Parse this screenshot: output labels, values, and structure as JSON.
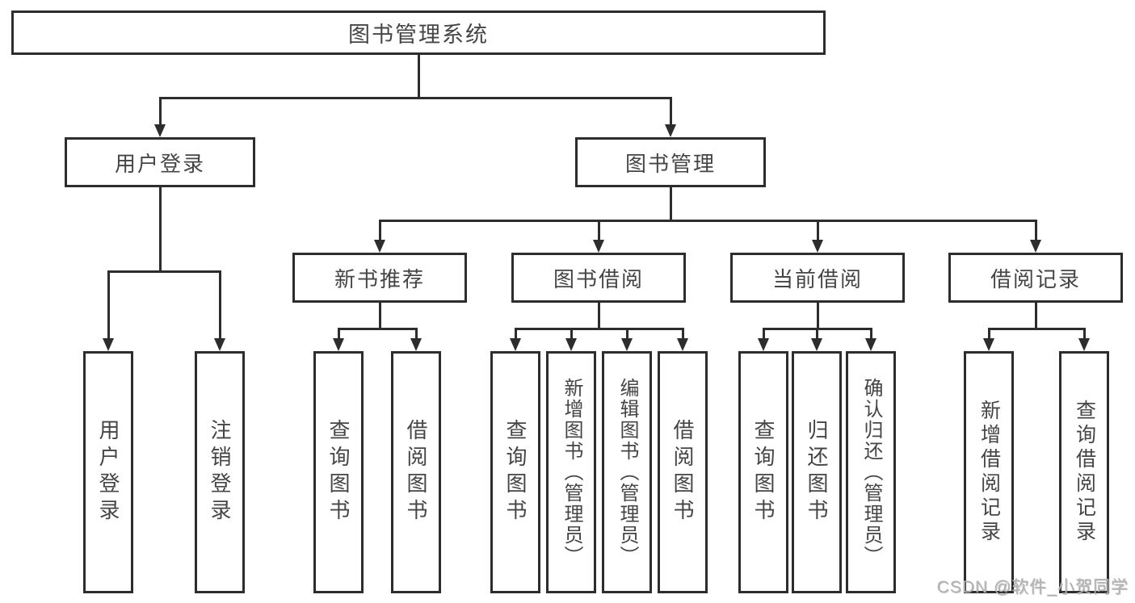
{
  "diagram": {
    "root": {
      "label": "图书管理系统"
    },
    "level2": {
      "login": {
        "label": "用户登录"
      },
      "mgmt": {
        "label": "图书管理"
      }
    },
    "level3": {
      "rec": {
        "label": "新书推荐"
      },
      "borrow": {
        "label": "图书借阅"
      },
      "current": {
        "label": "当前借阅"
      },
      "records": {
        "label": "借阅记录"
      }
    },
    "leaves": {
      "login": [
        "用户登录",
        "注销登录"
      ],
      "rec": [
        "查询图书",
        "借阅图书"
      ],
      "borrow": [
        "查询图书",
        "新增图书（管理员）",
        "编辑图书（管理员）",
        "借阅图书"
      ],
      "current": [
        "查询图书",
        "归还图书",
        "确认归还（管理员）"
      ],
      "records": [
        "新增借阅记录",
        "查询借阅记录"
      ]
    },
    "watermark": "CSDN @软件_小贺同学",
    "colors": {
      "line": "#2d2d2d",
      "text": "#454545",
      "background": "#ffffff",
      "watermark": "#b3b3b3"
    }
  }
}
